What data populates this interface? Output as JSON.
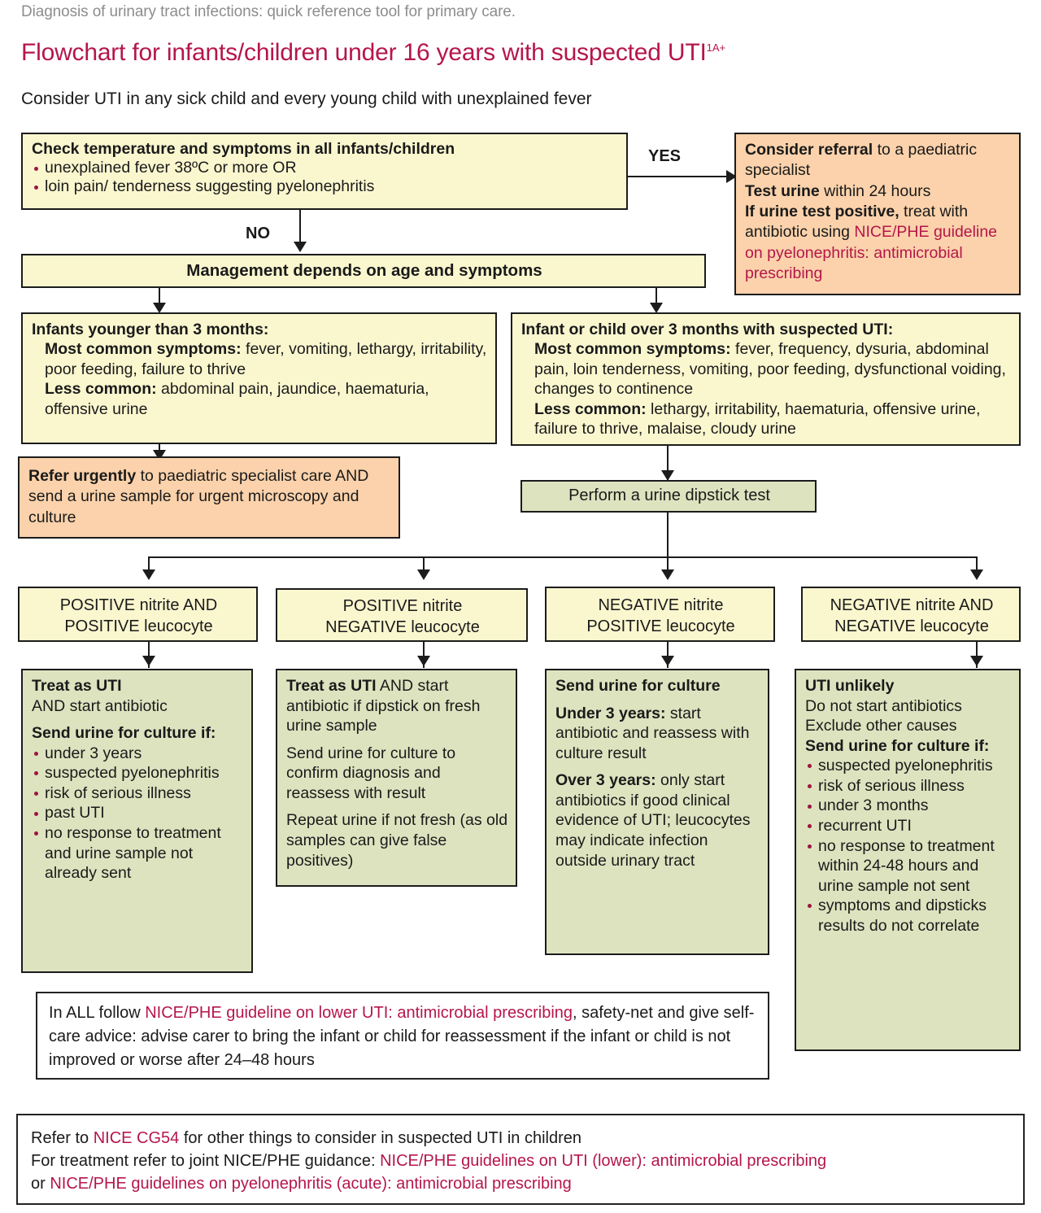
{
  "header": {
    "strapline": "Diagnosis of urinary tract infections: quick reference tool for primary care.",
    "title": "Flowchart for infants/children under 16 years with suspected UTI",
    "title_superscript": "1A+",
    "subtitle": "Consider UTI in any sick child and every young child with unexplained fever"
  },
  "colors": {
    "accent_red": "#b5164a",
    "yellow_box": "#faf7cf",
    "orange_box": "#fbd2ab",
    "green_box": "#dde3bf",
    "border": "#1c1c1c",
    "strapline_grey": "#8d8d8d"
  },
  "connectors": {
    "yes_label": "YES",
    "no_label": "NO"
  },
  "boxes": {
    "check_temperature": {
      "heading": "Check temperature and symptoms in all infants/children",
      "bullets": [
        "unexplained fever 38ºC or more OR",
        "loin pain/ tenderness suggesting pyelonephritis"
      ]
    },
    "consider_referral": {
      "line1_bold": "Consider referral",
      "line1_rest": " to a paediatric specialist",
      "line2_bold": "Test urine",
      "line2_rest": " within 24 hours",
      "line3_bold": "If urine test positive,",
      "line3_rest": " treat with antibiotic using ",
      "line3_link": "NICE/PHE guideline on pyelonephritis: antimicrobial prescribing"
    },
    "management": {
      "text": "Management depends on age and symptoms"
    },
    "infants_under_3_months": {
      "heading": "Infants younger than 3 months:",
      "most_common_label": "Most common symptoms:",
      "most_common_text": " fever, vomiting, lethargy, irritability, poor feeding, failure to thrive",
      "less_common_label": "Less common:",
      "less_common_text": " abdominal pain, jaundice, haematuria, offensive urine"
    },
    "refer_urgently": {
      "bold": "Refer urgently",
      "rest": " to paediatric specialist care AND send a urine sample for urgent microscopy and culture"
    },
    "over_3_months": {
      "heading": "Infant or child over 3 months with suspected UTI:",
      "most_common_label": "Most common symptoms:",
      "most_common_text": " fever, frequency, dysuria, abdominal pain, loin tenderness, vomiting, poor feeding, dysfunctional voiding, changes to continence",
      "less_common_label": "Less common:",
      "less_common_text": " lethargy, irritability, haematuria, offensive urine, failure to thrive, malaise, cloudy urine"
    },
    "dipstick": {
      "text": "Perform a urine dipstick test"
    }
  },
  "dipstick_results": [
    {
      "line1": "POSITIVE nitrite AND",
      "line2": "POSITIVE leucocyte"
    },
    {
      "line1": "POSITIVE nitrite",
      "line2": "NEGATIVE leucocyte"
    },
    {
      "line1": "NEGATIVE nitrite",
      "line2": "POSITIVE leucocyte"
    },
    {
      "line1": "NEGATIVE nitrite AND",
      "line2": "NEGATIVE leucocyte"
    }
  ],
  "outcomes": {
    "pos_pos": {
      "head_bold": "Treat as UTI",
      "head_rest": "AND start antibiotic",
      "sub_bold": "Send urine for culture if:",
      "bullets": [
        "under 3 years",
        "suspected pyelonephritis",
        "risk of serious illness",
        "past UTI",
        "no response to treatment and urine sample not already sent"
      ]
    },
    "pos_neg": {
      "p1_bold": "Treat as UTI",
      "p1_rest": " AND start antibiotic if dipstick on fresh urine sample",
      "p2": "Send urine for culture to confirm diagnosis and reassess with result",
      "p3": "Repeat urine if not fresh (as old samples can give false positives)"
    },
    "neg_pos": {
      "p1_bold": "Send urine for culture",
      "p2_bold": "Under 3 years:",
      "p2_rest": " start antibiotic and reassess with culture result",
      "p3_bold": "Over 3 years:",
      "p3_rest": " only start antibiotics if good clinical evidence of UTI; leucocytes may indicate infection outside urinary tract"
    },
    "neg_neg": {
      "l1_bold": "UTI unlikely",
      "l2": "Do not start antibiotics",
      "l3": "Exclude other causes",
      "l4_bold": "Send urine for culture if:",
      "bullets": [
        "suspected pyelonephritis",
        "risk of serious illness",
        "under 3 months",
        "recurrent UTI",
        "no response to treatment within 24-48 hours and urine sample not sent",
        "symptoms and dipsticks results do not correlate"
      ]
    }
  },
  "in_all_box": {
    "pre": "In ALL follow ",
    "link": "NICE/PHE guideline on lower UTI: antimicrobial prescribing",
    "post": ", safety-net and give self-care advice: advise carer to bring the infant or child for reassessment if the infant or child is not improved or worse after 24–48 hours"
  },
  "footer_box": {
    "line1_pre": "Refer to ",
    "line1_link": "NICE CG54",
    "line1_post": " for other things to consider in suspected UTI in children",
    "line2_pre": "For treatment refer to joint NICE/PHE guidance: ",
    "line2_link": "NICE/PHE guidelines on UTI (lower): antimicrobial prescribing",
    "line3_pre": "or ",
    "line3_link": "NICE/PHE guidelines on pyelonephritis (acute): antimicrobial prescribing"
  }
}
